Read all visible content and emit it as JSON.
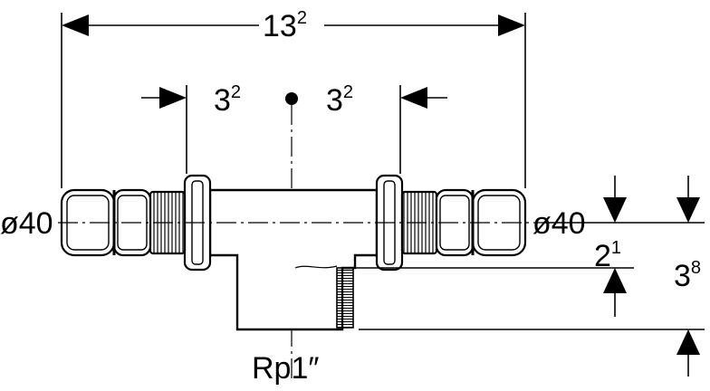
{
  "dimensions": {
    "overall_length": {
      "base": "13",
      "exp": "2"
    },
    "left_center_offset": {
      "base": "3",
      "exp": "2"
    },
    "right_center_offset": {
      "base": "3",
      "exp": "2"
    },
    "right_upper_height": {
      "base": "2",
      "exp": "1"
    },
    "right_total_height": {
      "base": "3",
      "exp": "8"
    }
  },
  "labels": {
    "left_diameter": "ø40",
    "right_diameter": "ø40",
    "thread": "Rp1″"
  }
}
